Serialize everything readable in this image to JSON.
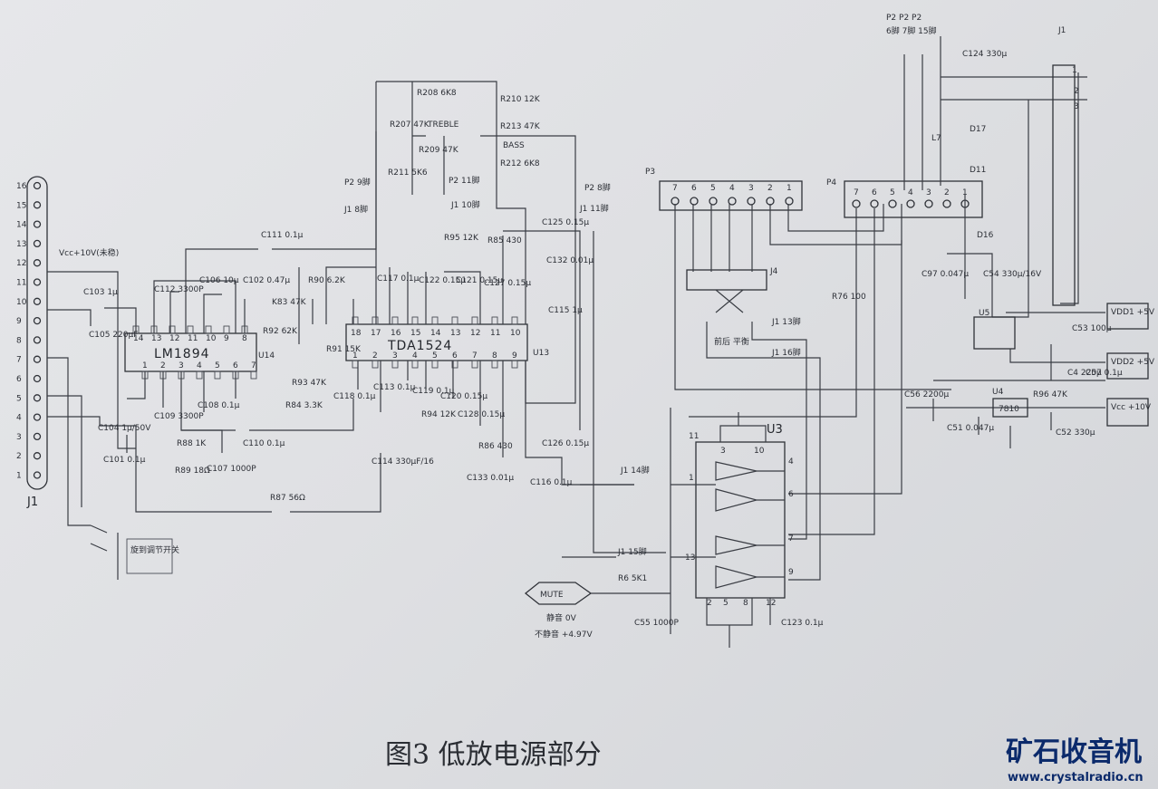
{
  "title": "图3 低放电源部分",
  "watermark": {
    "logo": "矿石收音机",
    "url": "www.crystalradio.cn",
    "color": "#0b2a6b"
  },
  "chips": {
    "lm1894": "LM1894",
    "tda1524": "TDA1524",
    "u14": "U14",
    "u13": "U13",
    "u3": "U3",
    "u4": "U4",
    "u5": "U5",
    "reg": "7810"
  },
  "connectors": {
    "j1": "J1",
    "j1_right": "J1",
    "p3": "P3",
    "p4": "P4",
    "j4": "J4",
    "j1_pin_numbers": [
      "16",
      "15",
      "14",
      "13",
      "12",
      "11",
      "10",
      "9",
      "8",
      "7",
      "6",
      "5",
      "4",
      "3",
      "2",
      "1"
    ],
    "p_pins": [
      "7",
      "6",
      "5",
      "4",
      "3",
      "2",
      "1"
    ]
  },
  "labels": {
    "vcc_in": "Vcc+10V(未稳)",
    "treble": "TREBLE",
    "bass": "BASS",
    "mute": "MUTE",
    "mute_on": "静音 0V",
    "mute_off": "不静音 +4.97V",
    "switch_note": "旋到调节开关",
    "p2_pins": "P2 P2 P2",
    "p2_pin_names": "6脚 7脚 15脚",
    "p2_9": "P2 9脚",
    "p2_11": "P2 11脚",
    "p2_8": "P2 8脚",
    "j1_8": "J1 8脚",
    "j1_10": "J1 10脚",
    "j1_11": "J1 11脚",
    "j1_13": "J1 13脚",
    "j1_16": "J1 16脚",
    "j1_14": "J1 14脚",
    "j1_15": "J1 15脚",
    "front_rear": "前后 平衡",
    "balance": "平衡",
    "vdd1": "VDD1 +5V",
    "vdd2": "VDD2 +5V",
    "vcc10": "Vcc +10V",
    "pin1": "1",
    "pin2": "2",
    "pin3": "3"
  },
  "components": {
    "r208": "R208 6K8",
    "r207": "R207 47K",
    "r209": "R209 47K",
    "r211": "R211 5K6",
    "r210": "R210 12K",
    "r213": "R213 47K",
    "r212": "R212 6K8",
    "r90": "R90 6.2K",
    "r83": "K83 47K",
    "r92": "R92 62K",
    "r91": "R91 15K",
    "r93": "R93 47K",
    "r84": "R84 3.3K",
    "r95": "R95 12K",
    "r85": "R85 430",
    "r94": "R94 12K",
    "r86": "R86 430",
    "r88": "R88 1K",
    "r89": "R89 18Ω",
    "r87": "R87 56Ω",
    "r6": "R6 5K1",
    "r76": "R76 100",
    "r96": "R96 47K",
    "c111": "C111 0.1μ",
    "c112": "C112 3300P",
    "c106": "C106 10μ",
    "c103": "C103 1μ",
    "c102": "C102 0.47μ",
    "c105": "C105 220μF",
    "c104": "C104 1μ/50V",
    "c101": "C101 0.1μ",
    "c109": "C109 3300P",
    "c108": "C108 0.1μ",
    "c107": "C107 1000P",
    "c110": "C110 0.1μ",
    "c117": "C117 0.1μ",
    "c118": "C118 0.1μ",
    "c113": "C113 0.1μ",
    "c119": "C119 0.1μ",
    "c120": "C120 0.15μ",
    "c128": "C128 0.15μ",
    "c122": "C122 0.15μ",
    "c121": "C121 0.15μ",
    "c127": "C127 0.15μ",
    "c125": "C125 0.15μ",
    "c132": "C132 0.01μ",
    "c115": "C115 1μ",
    "c114": "C114 330μF/16",
    "c126": "C126 0.15μ",
    "c133": "C133 0.01μ",
    "c116": "C116 0.1μ",
    "c55": "C55 1000P",
    "c123": "C123 0.1μ",
    "c124": "C124 330μ",
    "l7": "L7",
    "d17": "D17",
    "d11": "D11",
    "d16": "D16",
    "c97": "C97 0.047μ",
    "c54": "C54 330μ/16V",
    "c53": "C53 100μ",
    "c4": "C4 220μ",
    "c57": "C57 0.1μ",
    "c56": "C56 2200μ",
    "c51": "C51 0.047μ",
    "c52": "C52 330μ"
  },
  "ic_pins": {
    "lm1894_top": [
      "14",
      "13",
      "12",
      "11",
      "10",
      "9",
      "8"
    ],
    "lm1894_bottom": [
      "1",
      "2",
      "3",
      "4",
      "5",
      "6",
      "7"
    ],
    "tda_top": [
      "18",
      "17",
      "16",
      "15",
      "14",
      "13",
      "12",
      "11",
      "10"
    ],
    "tda_bottom": [
      "1",
      "2",
      "3",
      "4",
      "5",
      "6",
      "7",
      "8",
      "9"
    ],
    "u3_left": [
      "11",
      "1",
      "13"
    ],
    "u3_top": [
      "3",
      "10"
    ],
    "u3_right": [
      "4",
      "6",
      "7",
      "9"
    ],
    "u3_bottom": [
      "2",
      "5",
      "8",
      "12"
    ]
  }
}
